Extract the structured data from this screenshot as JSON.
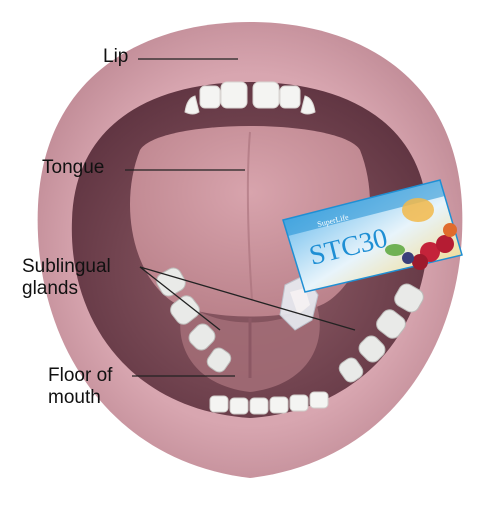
{
  "labels": {
    "lip": "Lip",
    "tongue": "Tongue",
    "sublingual_line1": "Sublingual",
    "sublingual_line2": "glands",
    "floor_line1": "Floor of",
    "floor_line2": "mouth"
  },
  "packet": {
    "brand": "SuperLife",
    "product": "STC30"
  },
  "colors": {
    "lip": "#d6a3ad",
    "lip_dark": "#b9848f",
    "mouth_cavity": "#7c4a55",
    "tongue": "#c9929b",
    "teeth": "#f3f3f1",
    "gum": "#cfa0a8",
    "leader_line": "#222222",
    "packet_blue": "#1f8fd4",
    "berry": "#c4233a"
  }
}
